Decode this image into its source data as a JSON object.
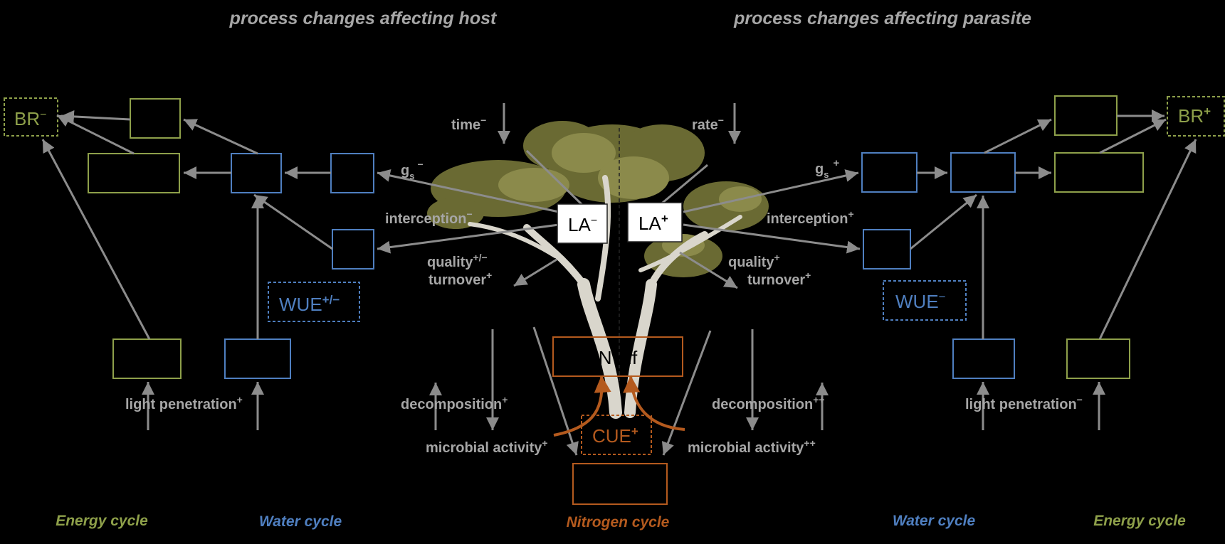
{
  "headers": {
    "left": "process changes affecting host",
    "right": "process changes affecting parasite"
  },
  "left": {
    "br": {
      "text": "BR",
      "sup": "−"
    },
    "time": {
      "text": "time",
      "sup": "−"
    },
    "gs": {
      "text": "g",
      "sub": "s",
      "sup": "−"
    },
    "interception": {
      "text": "interception",
      "sup": "−"
    },
    "quality": {
      "text": "quality",
      "sup": "+/−"
    },
    "turnover": {
      "text": "turnover",
      "sup": "+"
    },
    "wue": {
      "text": "WUE",
      "sup": "+/−"
    },
    "light": {
      "text": "light penetration",
      "sup": "+"
    },
    "decomposition": {
      "text": "decomposition",
      "sup": "+"
    },
    "microbial": {
      "text": "microbial activity",
      "sup": "+"
    }
  },
  "right": {
    "br": {
      "text": "BR",
      "sup": "+"
    },
    "rate": {
      "text": "rate",
      "sup": "−"
    },
    "gs": {
      "text": "g",
      "sub": "s",
      "sup": "+"
    },
    "interception": {
      "text": "interception",
      "sup": "+"
    },
    "quality": {
      "text": "quality",
      "sup": "+"
    },
    "turnover": {
      "text": "turnover",
      "sup": "+"
    },
    "wue": {
      "text": "WUE",
      "sup": "−"
    },
    "light": {
      "text": "light penetration",
      "sup": "−"
    },
    "decomposition": {
      "text": "decomposition",
      "sup": "++"
    },
    "microbial": {
      "text": "microbial activity",
      "sup": "++"
    }
  },
  "center": {
    "la_host": {
      "text": "LA",
      "sup": "−"
    },
    "la_parasite": {
      "text": "LA",
      "sup": "+"
    },
    "n_eff": "N eff",
    "cue": {
      "text": "CUE",
      "sup": "+"
    }
  },
  "cycles": {
    "energy_left": "Energy cycle",
    "water_left": "Water cycle",
    "nitrogen": "Nitrogen cycle",
    "water_right": "Water cycle",
    "energy_right": "Energy cycle"
  },
  "colors": {
    "energy": "#8ea04a",
    "water": "#4f7fc0",
    "nitrogen": "#b45a1e",
    "label": "#a6a6a6",
    "arrow": "#8c8c8c"
  }
}
